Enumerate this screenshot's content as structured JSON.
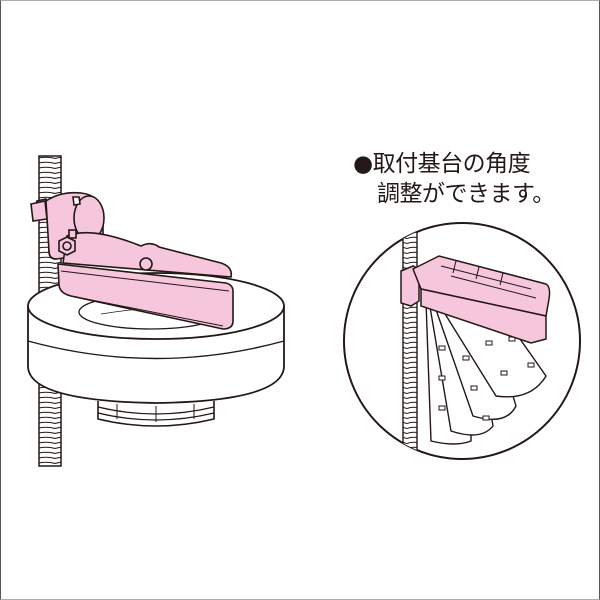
{
  "caption": {
    "bullet": "●",
    "line1": "取付基台の角度",
    "line2": "調整ができます。"
  },
  "colors": {
    "bracket_pink": "#f5c6dc",
    "outline": "#231815",
    "background": "#ffffff",
    "frame_border": "#555555"
  },
  "illustration": {
    "main": "mounting-bracket-on-pole",
    "detail": "angle-adjustment-detail-circle"
  }
}
